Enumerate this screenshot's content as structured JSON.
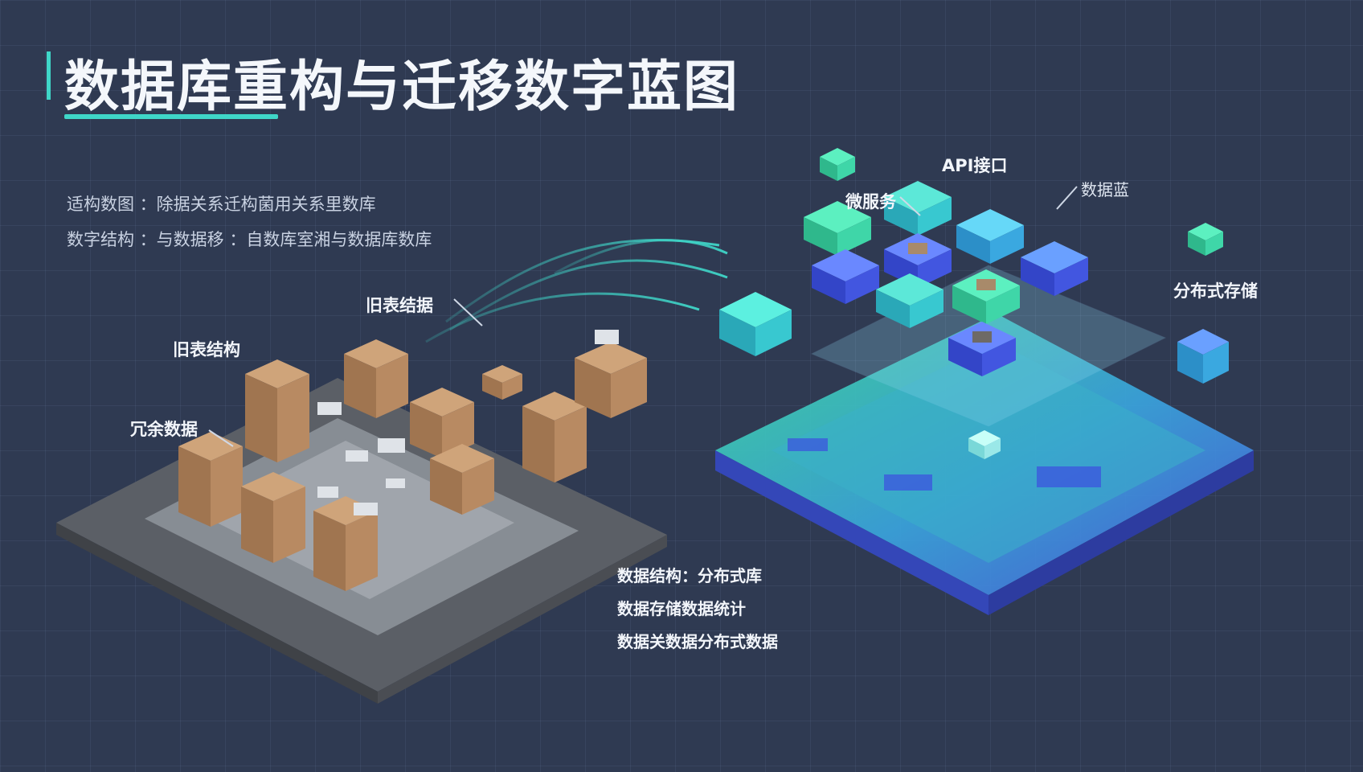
{
  "title": "数据库重构与迁移数字蓝图",
  "intro": {
    "line1": "适构数图 ：除据关系迁构菌用关系里数库",
    "line2": "数字结构 ：与数据移 ：自数库室湘与数据库数库"
  },
  "left_labels": {
    "old_data": "旧表结据",
    "old_structure": "旧表结构",
    "redundant": "冗余数据"
  },
  "right_labels": {
    "api": "API接口",
    "microservice": "微服务",
    "data_lake": "数据蓝",
    "distributed_storage": "分布式存储"
  },
  "legend": {
    "line1": "数据结构：分布式库",
    "line2": "数据存储数据统计",
    "line3": "数据关数据分布式数据"
  },
  "colors": {
    "background": "#2f3a52",
    "accent": "#3fd6c8",
    "legacy_box": "#b88a62",
    "new_green": "#3fe0a2",
    "new_blue": "#4a5fe0"
  }
}
